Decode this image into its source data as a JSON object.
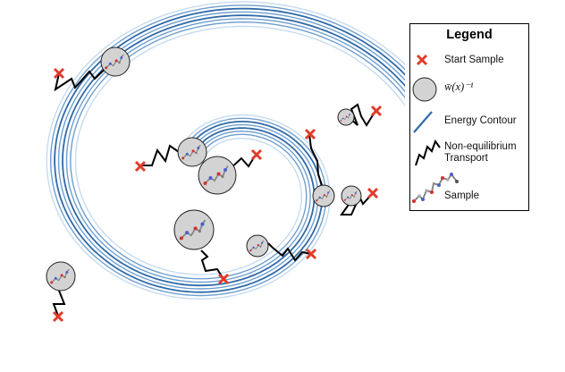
{
  "legend": {
    "title": "Legend",
    "items": [
      {
        "icon": "red-x-icon",
        "label": "Start Sample"
      },
      {
        "icon": "gray-circle-icon",
        "label": "w̄(x)⁻¹"
      },
      {
        "icon": "blue-line-icon",
        "label": "Energy Contour"
      },
      {
        "icon": "zigzag-icon",
        "label_line1": "Non-equilibrium",
        "label_line2": "Transport"
      },
      {
        "icon": "molecule-icon",
        "label": "Sample"
      }
    ]
  },
  "colors": {
    "start_marker": "#e03c2a",
    "circle_fill": "#d3d3d3",
    "contour_dark": "#2f6aa8",
    "contour_mid": "#6f9fcf",
    "contour_light": "#c6dbef",
    "transport": "#000000"
  }
}
